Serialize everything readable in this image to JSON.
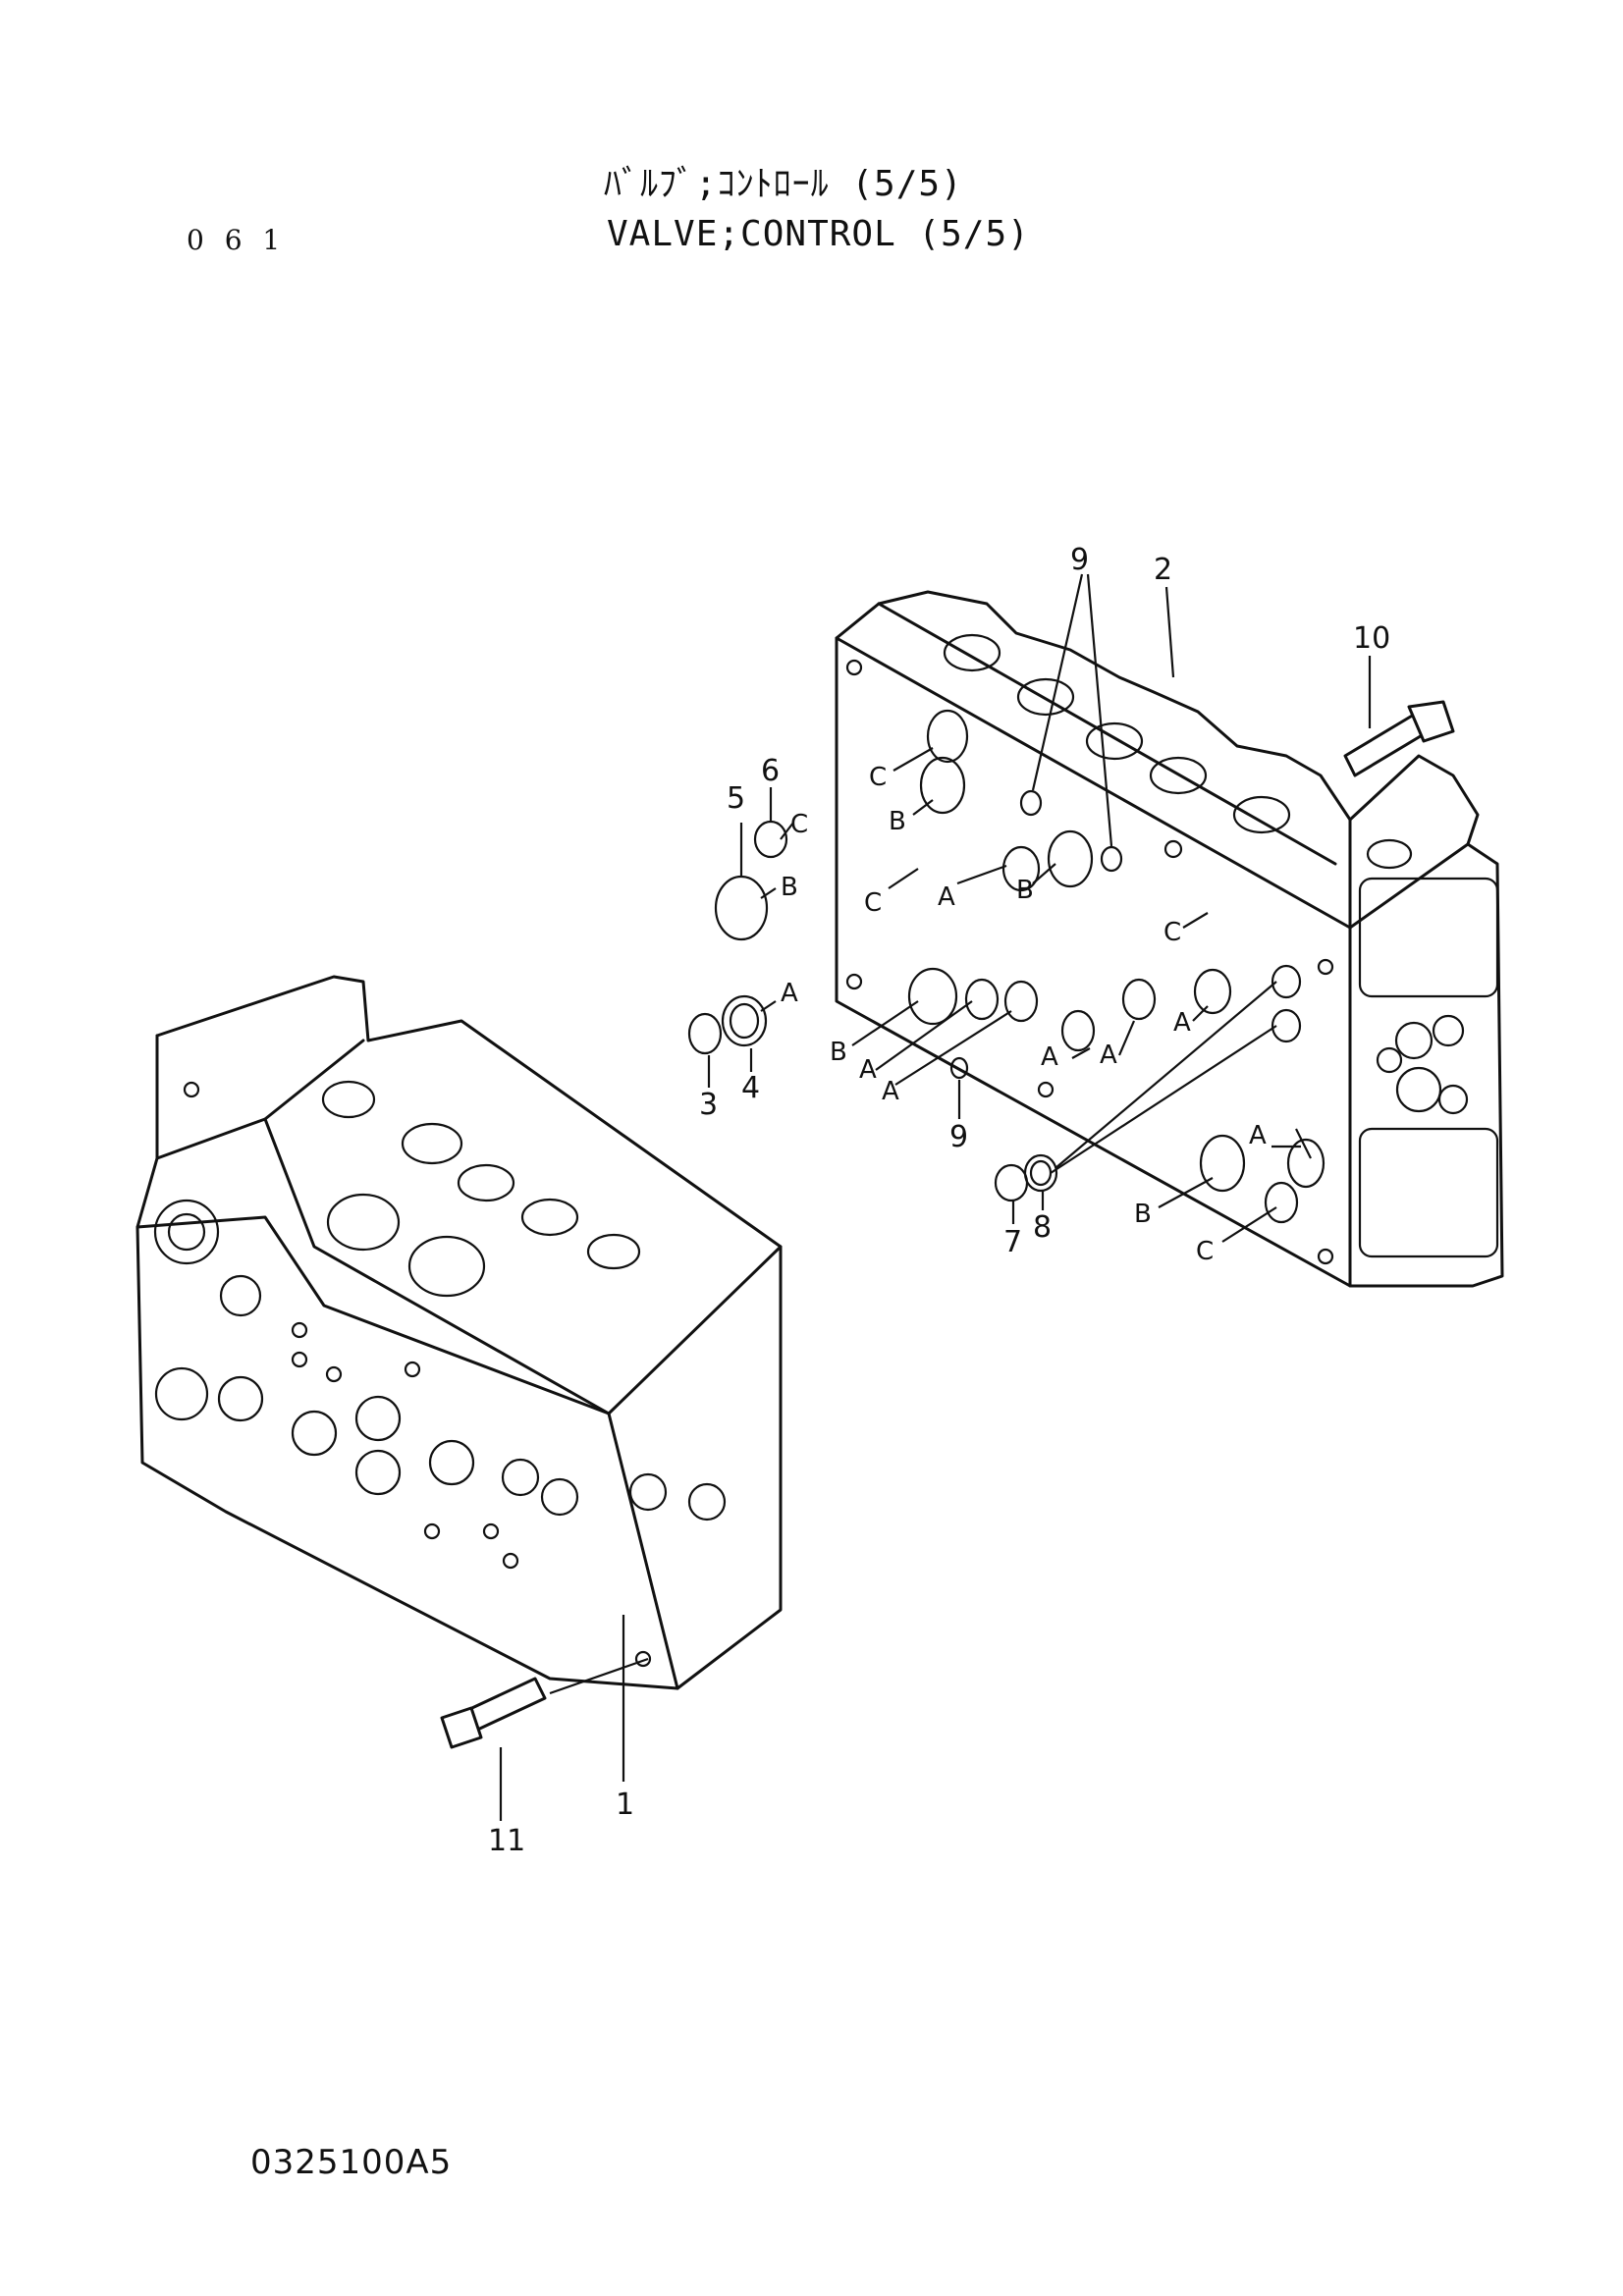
{
  "header": {
    "page_number": "0 6 1",
    "title_jp": "ﾊﾞﾙﾌﾞ;ｺﾝﾄﾛｰﾙ (5/5)",
    "title_en": "VALVE;CONTROL (5/5)"
  },
  "footer": {
    "drawing_number": "0325100A5"
  },
  "callouts": {
    "c1": "1",
    "c2": "2",
    "c3": "3",
    "c4": "4",
    "c5": "5",
    "c6": "6",
    "c7": "7",
    "c8": "8",
    "c9a": "9",
    "c9b": "9",
    "c10": "10",
    "c11": "11"
  },
  "port_labels": {
    "A": "A",
    "B": "B",
    "C": "C"
  }
}
